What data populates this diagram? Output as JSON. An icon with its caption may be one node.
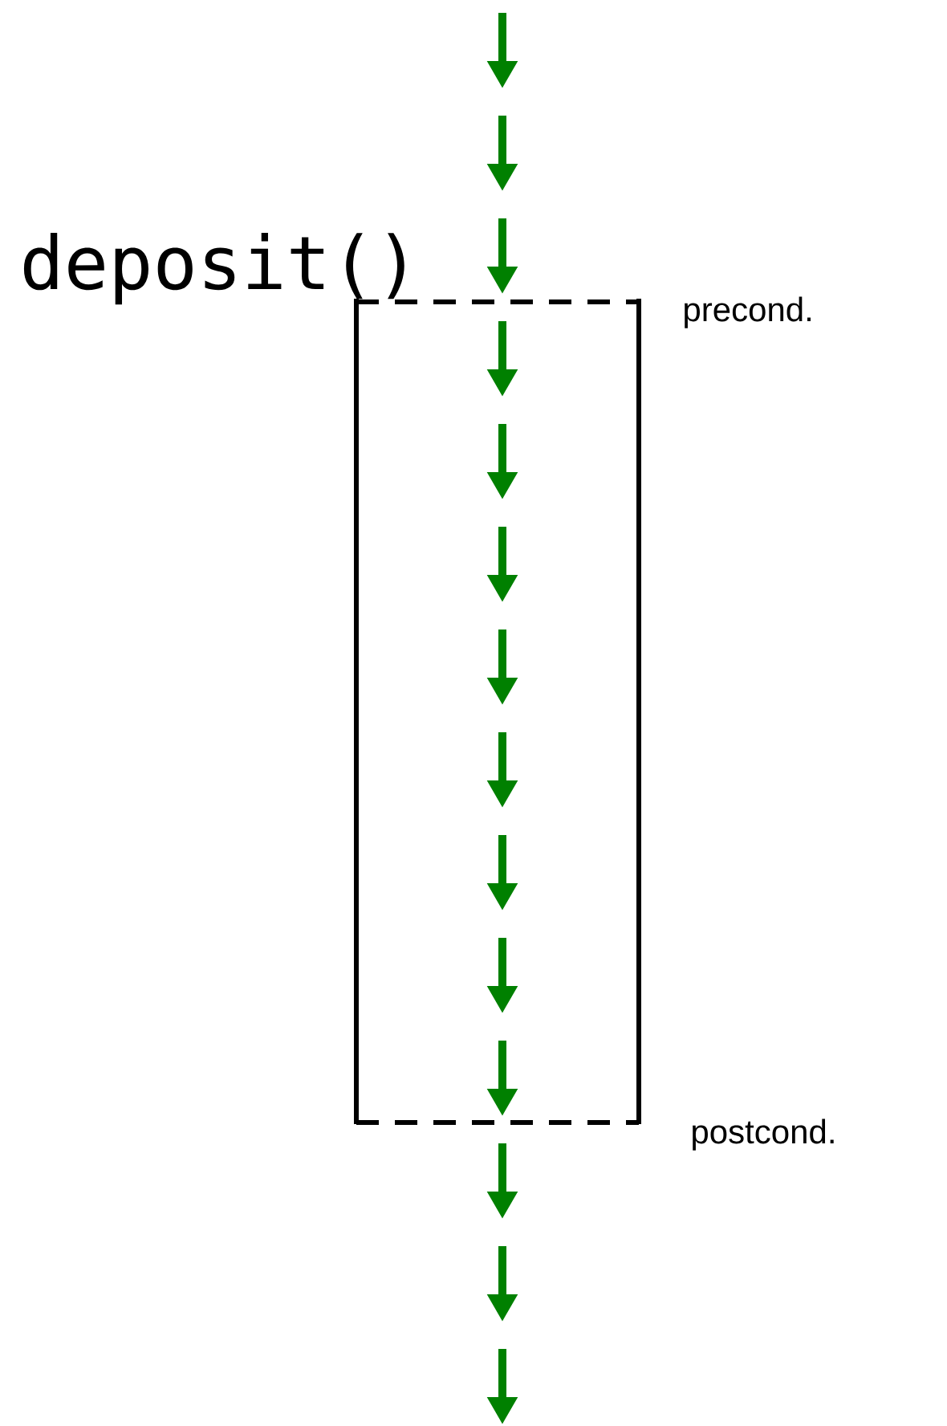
{
  "diagram": {
    "nodes": [
      {
        "text": [
          "deposit()"
        ]
      }
    ],
    "labels": [
      "precond.",
      "postcond."
    ]
  }
}
